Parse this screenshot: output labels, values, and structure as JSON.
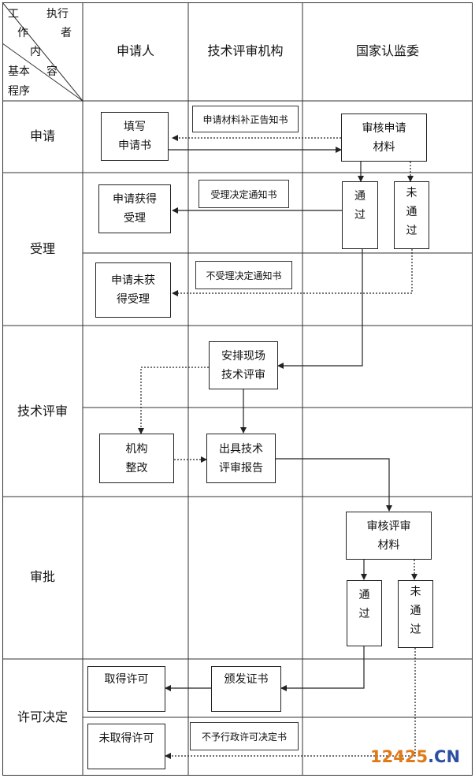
{
  "header": {
    "diagonal": [
      "工",
      "执行",
      "作",
      "者",
      "内",
      "基本",
      "容",
      "程序"
    ],
    "columns": [
      "申请人",
      "技术评审机构",
      "国家认监委"
    ]
  },
  "rows": [
    "申请",
    "受理",
    "技术评审",
    "审批",
    "许可决定"
  ],
  "boxes": {
    "fill_form": [
      "填写",
      "申请书"
    ],
    "review_materials": [
      "审核申请",
      "材料"
    ],
    "accepted": [
      "申请获得",
      "受理"
    ],
    "pass1": [
      "通",
      "过"
    ],
    "fail1": [
      "未",
      "通",
      "过"
    ],
    "not_accepted": [
      "申请未获",
      "得受理"
    ],
    "arrange_review": [
      "安排现场",
      "技术评审"
    ],
    "rectify": [
      "机构",
      "整改"
    ],
    "issue_report": [
      "出具技术",
      "评审报告"
    ],
    "review_report": [
      "审核评审",
      "材料"
    ],
    "pass2": [
      "通",
      "过"
    ],
    "fail2": [
      "未",
      "通",
      "过"
    ],
    "obtain_license": "取得许可",
    "issue_certificate": "颁发证书",
    "not_obtain_license": "未取得许可"
  },
  "documents": {
    "supplement_notice": "申请材料补正告知书",
    "acceptance_notice": "受理决定通知书",
    "rejection_notice": "不受理决定通知书",
    "denial_notice": "不予行政许可决定书"
  },
  "watermark": {
    "prefix": "12425",
    "suffix": ".CN"
  },
  "colors": {
    "line": "#222222",
    "watermark_orange": "#e07a18",
    "watermark_blue": "#2b4fa3"
  }
}
